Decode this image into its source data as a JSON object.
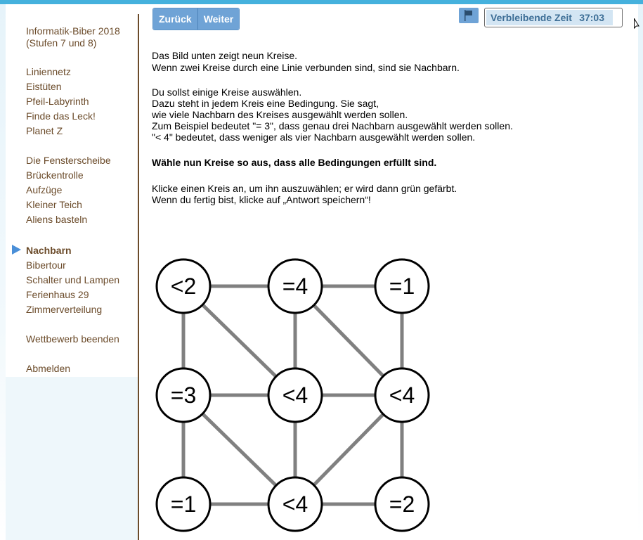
{
  "sidebar": {
    "title_line1": "Informatik-Biber 2018",
    "title_line2": "(Stufen 7 und 8)",
    "items": [
      "Liniennetz",
      "Eistüten",
      "Pfeil-Labyrinth",
      "Finde das Leck!",
      "Planet Z",
      "Die Fensterscheibe",
      "Brückentrolle",
      "Aufzüge",
      "Kleiner Teich",
      "Aliens basteln",
      "Nachbarn",
      "Bibertour",
      "Schalter und Lampen",
      "Ferienhaus 29",
      "Zimmerverteilung"
    ],
    "active_item": "Nachbarn",
    "end_contest": "Wettbewerb beenden",
    "logout": "Abmelden"
  },
  "toolbar": {
    "back_label": "Zurück",
    "next_label": "Weiter",
    "flag_icon": "flag-icon"
  },
  "timer": {
    "label": "Verbleibende Zeit",
    "value": "37:03"
  },
  "task": {
    "p1_line1": "Das Bild unten zeigt neun Kreise.",
    "p1_line2": "Wenn zwei Kreise durch eine Linie verbunden sind, sind sie Nachbarn.",
    "p2_line1": "Du sollst einige Kreise auswählen.",
    "p2_line2": "Dazu steht in jedem Kreis eine Bedingung. Sie sagt,",
    "p2_line3": "wie viele Nachbarn des Kreises ausgewählt werden sollen.",
    "p2_line4": "Zum Beispiel bedeutet \"= 3\", dass genau drei Nachbarn ausgewählt werden sollen.",
    "p2_line5": "\"< 4\" bedeutet, dass weniger als vier Nachbarn ausgewählt werden sollen.",
    "instruction": "Wähle nun Kreise so aus, dass alle Bedingungen erfüllt sind.",
    "p3_line1": "Klicke einen Kreis an, um ihn auszuwählen; er wird dann grün gefärbt.",
    "p3_line2": "Wenn du fertig bist, klicke auf „Antwort speichern“!"
  },
  "graph": {
    "nodes": [
      {
        "id": "a",
        "label": "<2",
        "selected": false
      },
      {
        "id": "b",
        "label": "=4",
        "selected": false
      },
      {
        "id": "c",
        "label": "=1",
        "selected": false
      },
      {
        "id": "d",
        "label": "=3",
        "selected": false
      },
      {
        "id": "e",
        "label": "<4",
        "selected": false
      },
      {
        "id": "f",
        "label": "<4",
        "selected": false
      },
      {
        "id": "g",
        "label": "=1",
        "selected": false
      },
      {
        "id": "h",
        "label": "<4",
        "selected": false
      },
      {
        "id": "i",
        "label": "=2",
        "selected": false
      }
    ],
    "edges": [
      [
        "a",
        "b"
      ],
      [
        "b",
        "c"
      ],
      [
        "a",
        "d"
      ],
      [
        "a",
        "e"
      ],
      [
        "b",
        "e"
      ],
      [
        "b",
        "f"
      ],
      [
        "c",
        "f"
      ],
      [
        "d",
        "e"
      ],
      [
        "e",
        "f"
      ],
      [
        "d",
        "g"
      ],
      [
        "d",
        "h"
      ],
      [
        "e",
        "h"
      ],
      [
        "f",
        "h"
      ],
      [
        "f",
        "i"
      ],
      [
        "g",
        "h"
      ],
      [
        "h",
        "i"
      ]
    ],
    "colors": {
      "line": "#808080",
      "circle_fill": "#ffffff",
      "selected_fill": "#4caf50",
      "stroke": "#000000"
    }
  },
  "colors": {
    "nav_text": "#6b4b2a",
    "button": "#6fa3d6",
    "timer_text": "#3d6e96",
    "arrow": "#4a8fd8"
  }
}
